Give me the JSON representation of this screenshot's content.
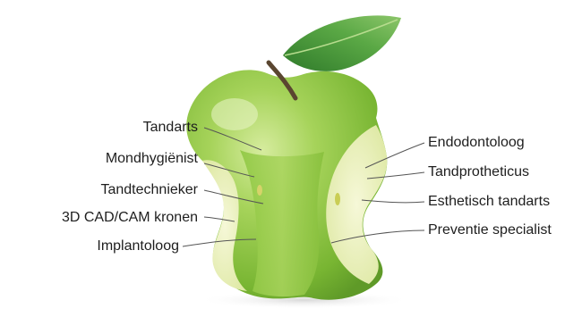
{
  "diagram": {
    "left_labels": [
      {
        "text": "Tandarts"
      },
      {
        "text": "Mondhygiënist"
      },
      {
        "text": "Tandtechnieker"
      },
      {
        "text": "3D CAD/CAM kronen"
      },
      {
        "text": "Implantoloog"
      }
    ],
    "right_labels": [
      {
        "text": "Endodontoloog"
      },
      {
        "text": "Tandprotheticus"
      },
      {
        "text": "Esthetisch tandarts"
      },
      {
        "text": "Preventie specialist"
      }
    ],
    "colors": {
      "apple_skin": "#8cc63f",
      "apple_highlight": "#c8e58a",
      "apple_flesh": "#eef3c8",
      "leaf": "#4f9a3a",
      "stem": "#5a4630",
      "leader_line": "#555555",
      "text": "#1e1e1e"
    }
  }
}
